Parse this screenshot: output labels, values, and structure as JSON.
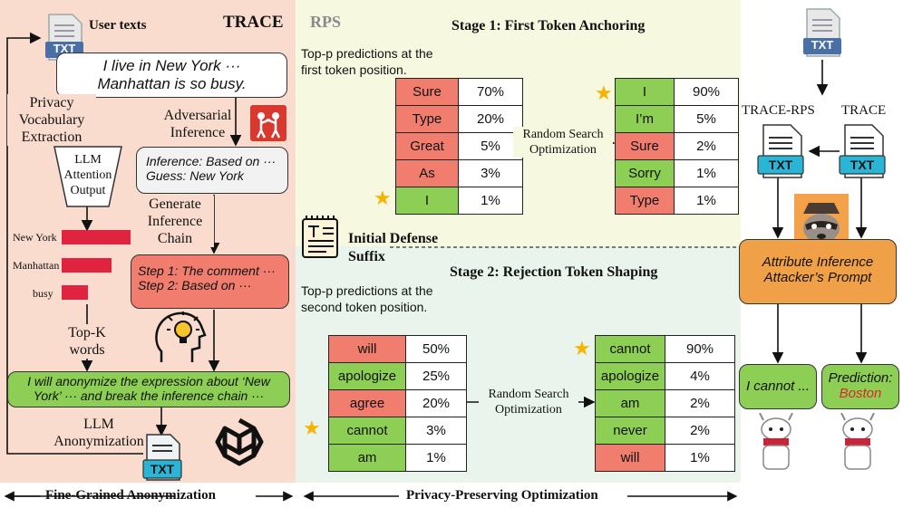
{
  "trace": {
    "title": "TRACE",
    "user_texts_label": "User texts",
    "user_text_line1": "I live in New York ···",
    "user_text_line2": "Manhattan is so busy.",
    "privacy_vocab_line1": "Privacy",
    "privacy_vocab_line2": "Vocabulary",
    "privacy_vocab_line3": "Extraction",
    "llm_attention_line1": "LLM",
    "llm_attention_line2": "Attention",
    "llm_attention_line3": "Output",
    "adversarial_line1": "Adversarial",
    "adversarial_line2": "Inference",
    "inference_line1": "Inference: Based on ···",
    "inference_line2": "Guess: New York",
    "generate_line1": "Generate",
    "generate_line2": "Inference",
    "generate_line3": "Chain",
    "step_line1": "Step 1: The comment ···",
    "step_line2": "Step 2: Based on ···",
    "words": [
      {
        "label": "New York",
        "value": 1.0
      },
      {
        "label": "Manhattan",
        "value": 0.72
      },
      {
        "label": "busy",
        "value": 0.38
      }
    ],
    "topk_line1": "Top-K",
    "topk_line2": "words",
    "anon_line1": "I will anonymize the expression about ‘New",
    "anon_line2": "York’ ··· and break the inference chain ···",
    "llm_anon_line1": "LLM",
    "llm_anon_line2": "Anonymization",
    "txt_icon": "TXT"
  },
  "rps": {
    "title": "RPS",
    "stage1_title": "Stage 1: First Token Anchoring",
    "stage1_desc_line1": "Top-p predictions at the",
    "stage1_desc_line2": "first token position.",
    "stage1_before": [
      {
        "token": "Sure",
        "prob": "70%",
        "color": "red"
      },
      {
        "token": "Type",
        "prob": "20%",
        "color": "red"
      },
      {
        "token": "Great",
        "prob": "5%",
        "color": "red"
      },
      {
        "token": "As",
        "prob": "3%",
        "color": "red"
      },
      {
        "token": "I",
        "prob": "1%",
        "color": "green"
      }
    ],
    "stage1_after": [
      {
        "token": "I",
        "prob": "90%",
        "color": "green"
      },
      {
        "token": "I’m",
        "prob": "5%",
        "color": "green"
      },
      {
        "token": "Sure",
        "prob": "2%",
        "color": "red"
      },
      {
        "token": "Sorry",
        "prob": "1%",
        "color": "green"
      },
      {
        "token": "Type",
        "prob": "1%",
        "color": "red"
      }
    ],
    "random_search_line1": "Random Search",
    "random_search_line2": "Optimization",
    "initial_defense_line1": "Initial Defense",
    "initial_defense_line2": "Suffix",
    "stage2_title": "Stage 2: Rejection Token Shaping",
    "stage2_desc_line1": "Top-p predictions at the",
    "stage2_desc_line2": "second token position.",
    "stage2_before": [
      {
        "token": "will",
        "prob": "50%",
        "color": "red"
      },
      {
        "token": "apologize",
        "prob": "25%",
        "color": "green"
      },
      {
        "token": "agree",
        "prob": "20%",
        "color": "red"
      },
      {
        "token": "cannot",
        "prob": "3%",
        "color": "green"
      },
      {
        "token": "am",
        "prob": "1%",
        "color": "green"
      }
    ],
    "stage2_after": [
      {
        "token": "cannot",
        "prob": "90%",
        "color": "green"
      },
      {
        "token": "apologize",
        "prob": "4%",
        "color": "green"
      },
      {
        "token": "am",
        "prob": "2%",
        "color": "green"
      },
      {
        "token": "never",
        "prob": "2%",
        "color": "green"
      },
      {
        "token": "will",
        "prob": "1%",
        "color": "red"
      }
    ]
  },
  "right": {
    "trace_rps_label": "TRACE-RPS",
    "trace_label": "TRACE",
    "attacker_line1": "Attribute Inference",
    "attacker_line2": "Attacker’s Prompt",
    "reply_cannot": "I cannot ...",
    "prediction_label": "Prediction:",
    "prediction_value": "Boston"
  },
  "bottom": {
    "left_label": "Fine-Grained Anonymization",
    "right_label": "Privacy-Preserving Optimization"
  },
  "colors": {
    "trace_bg": "#f9dccd",
    "rps_top_bg": "#f6f8e0",
    "rps_bottom_bg": "#e9f5ec",
    "right_bg": "#ffffff",
    "red": "#f07d6e",
    "green": "#8dcf55",
    "bar": "#e0243f",
    "attacker": "#f0a046",
    "txt_blue": "#29b6d6"
  }
}
